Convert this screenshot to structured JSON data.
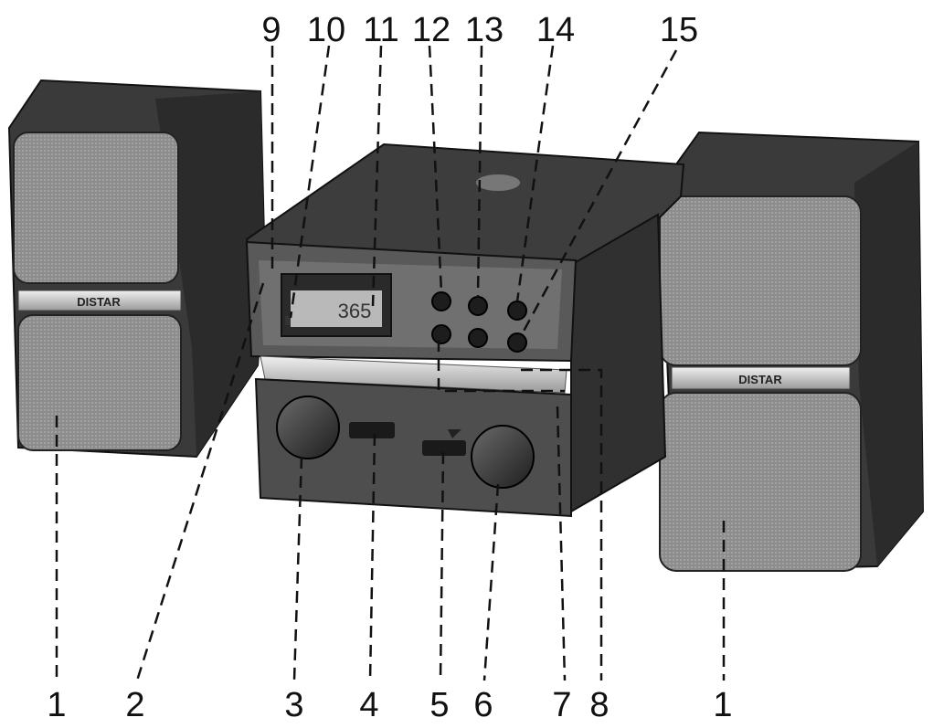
{
  "display": {
    "digits": "365"
  },
  "brand": {
    "left_speaker": "DISTAR",
    "right_speaker": "DISTAR"
  },
  "callouts": {
    "n1a": "1",
    "n1b": "1",
    "n2": "2",
    "n3": "3",
    "n4": "4",
    "n5": "5",
    "n6": "6",
    "n7": "7",
    "n8": "8",
    "n9": "9",
    "n10": "10",
    "n11": "11",
    "n12": "12",
    "n13": "13",
    "n14": "14",
    "n15": "15"
  }
}
